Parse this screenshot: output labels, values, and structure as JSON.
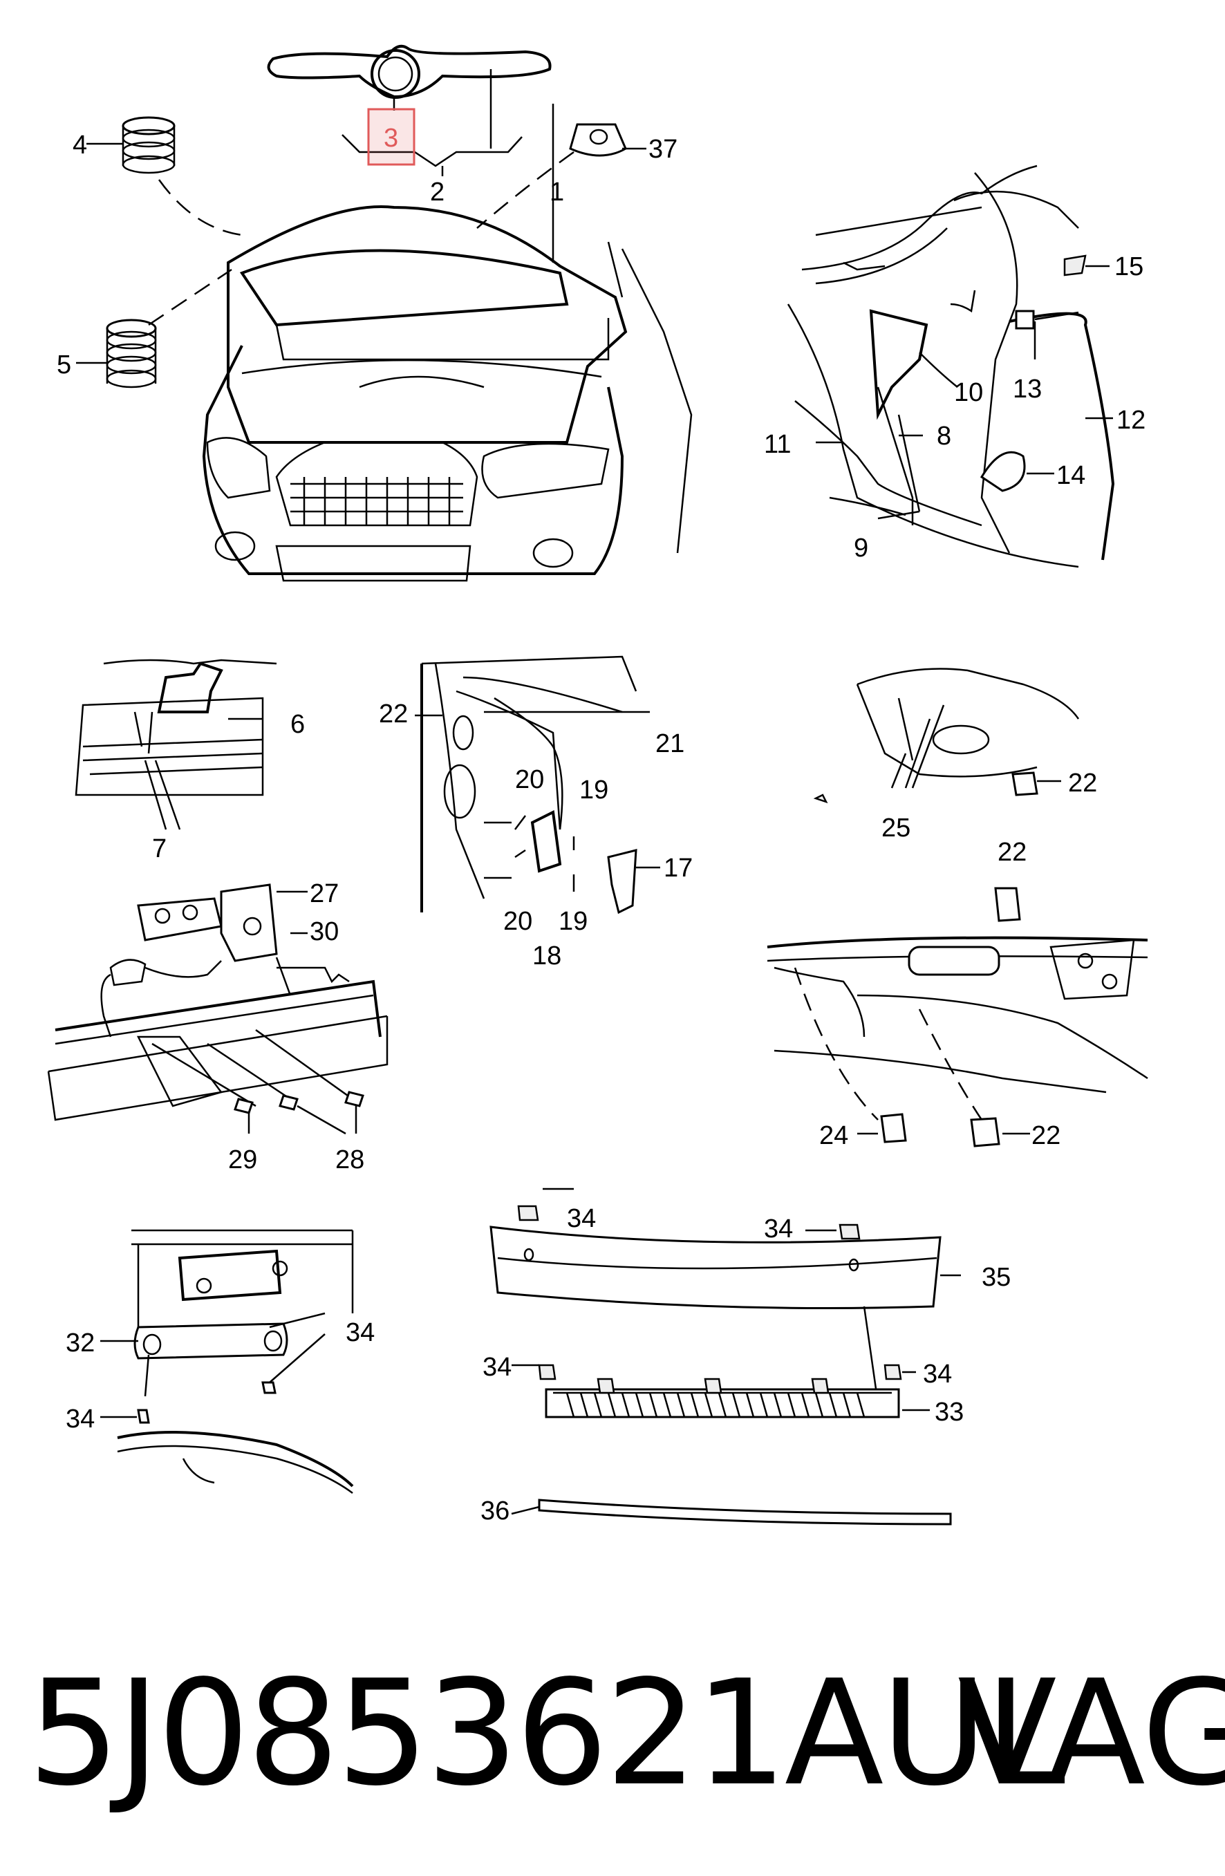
{
  "part_number": "5J0853621AUL",
  "brand": "VAG",
  "highlighted_callout": "3",
  "highlight_color": "#e05a5a",
  "callouts": {
    "c1": "1",
    "c2": "2",
    "c3": "3",
    "c4": "4",
    "c5": "5",
    "c6": "6",
    "c7": "7",
    "c8": "8",
    "c9": "9",
    "c10": "10",
    "c11": "11",
    "c12": "12",
    "c13": "13",
    "c14": "14",
    "c15": "15",
    "c17": "17",
    "c18": "18",
    "c19a": "19",
    "c19b": "19",
    "c20a": "20",
    "c20b": "20",
    "c21": "21",
    "c22a": "22",
    "c22b": "22",
    "c22c": "22",
    "c22d": "22",
    "c24": "24",
    "c25": "25",
    "c27": "27",
    "c28": "28",
    "c29": "29",
    "c30": "30",
    "c32": "32",
    "c33": "33",
    "c34a": "34",
    "c34b": "34",
    "c34c": "34",
    "c34d": "34",
    "c34e": "34",
    "c34f": "34",
    "c35": "35",
    "c36": "36",
    "c37": "37"
  }
}
